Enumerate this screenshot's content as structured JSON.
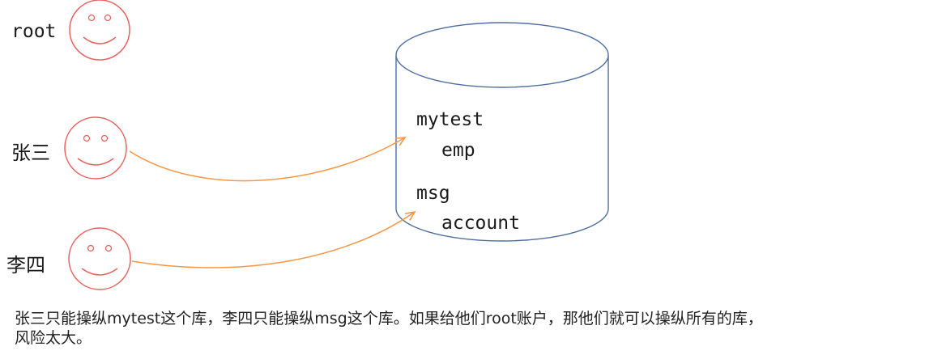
{
  "colors": {
    "face_stroke": "#e8635e",
    "arrow_stroke": "#f79646",
    "db_stroke": "#4f6fa0"
  },
  "users": [
    {
      "name": "root",
      "icon": "smiley-face-icon"
    },
    {
      "name": "张三",
      "icon": "smiley-face-icon"
    },
    {
      "name": "李四",
      "icon": "smiley-face-icon"
    }
  ],
  "database": {
    "icon": "database-cylinder-icon",
    "schemas": [
      {
        "name": "mytest",
        "tables": [
          "emp"
        ]
      },
      {
        "name": "msg",
        "tables": [
          "account"
        ]
      }
    ]
  },
  "caption": {
    "line1": "张三只能操纵mytest这个库，李四只能操纵msg这个库。如果给他们root账户，那他们就可以操纵所有的库，",
    "line2": "风险太大。"
  }
}
